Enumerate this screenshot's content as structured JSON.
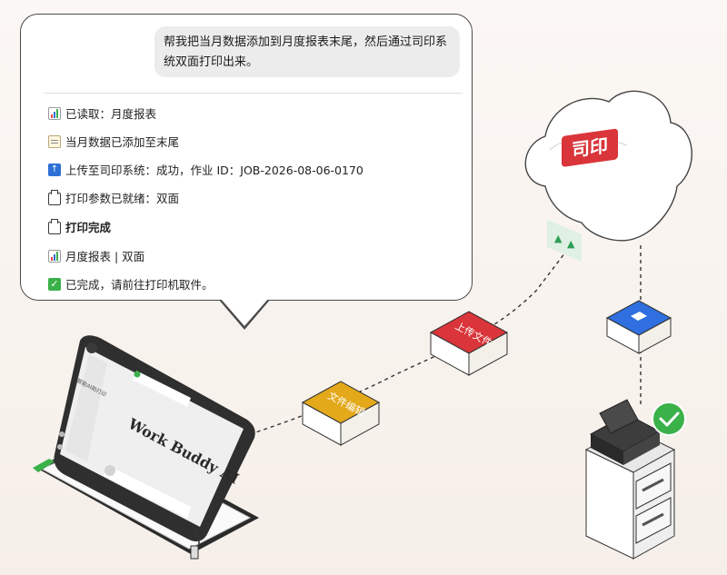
{
  "chat": {
    "user_message": "帮我把当月数据添加到月度报表末尾，然后通过司印系统双面打印出来。",
    "steps": [
      {
        "icon": "chart-icon",
        "text": "已读取：月度报表"
      },
      {
        "icon": "memo-icon",
        "text": "当月数据已添加至末尾"
      },
      {
        "icon": "upload-arrow-icon",
        "text": "上传至司印系统：成功，作业 ID：JOB-2026-08-06-0170"
      },
      {
        "icon": "printer-icon",
        "text": "打印参数已就绪：双面"
      },
      {
        "icon": "printer-icon",
        "text": "打印完成"
      },
      {
        "icon": "chart-icon",
        "text": "月度报表 | 双面"
      },
      {
        "icon": "check-icon",
        "text": "已完成，请前往打印机取件。"
      }
    ]
  },
  "scene": {
    "tablet_title": "Work Buddy AI",
    "tablet_sidebar_label": "智能AI助打印",
    "cube_edit": "文件编辑",
    "cube_upload": "上传文件",
    "cloud_logo": "司印"
  },
  "colors": {
    "edit_cube": "#e3a91b",
    "upload_cube": "#d9353a",
    "doc_cube": "#2f6fe0",
    "check": "#3bb14a",
    "cloud_logo": "#d9353a"
  }
}
